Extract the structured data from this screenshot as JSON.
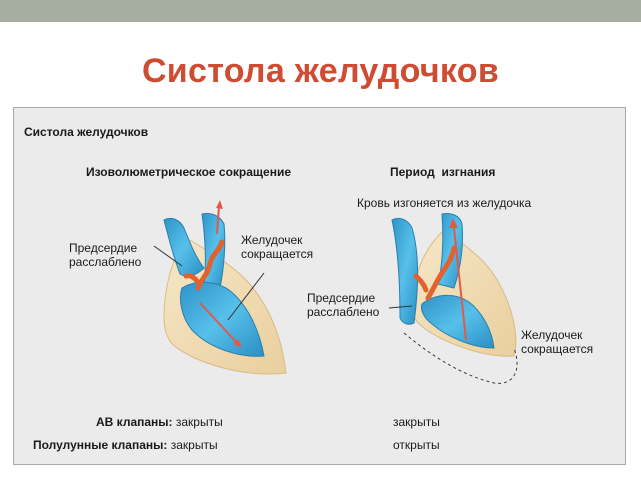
{
  "slide": {
    "title": "Систола желудочков"
  },
  "figure": {
    "caption": "Систола желудочков",
    "phase_left": {
      "heading": "Изоволюметрическое сокращение",
      "label_atrium_line1": "Предсердие",
      "label_atrium_line2": "расслаблено",
      "label_ventricle_line1": "Желудочек",
      "label_ventricle_line2": "сокращается"
    },
    "phase_right": {
      "heading": "Период  изгнания",
      "subheading": "Кровь изгоняется из желудочка",
      "label_atrium_line1": "Предсердие",
      "label_atrium_line2": "расслаблено",
      "label_ventricle_line1": "Желудочек",
      "label_ventricle_line2": "сокращается"
    },
    "valves": {
      "av_label": "АВ клапаны:",
      "av_left": "закрыты",
      "av_right": "закрыты",
      "semilunar_label": "Полулунные клапаны:",
      "semilunar_left": "закрыты",
      "semilunar_right": "открыты"
    }
  },
  "colors": {
    "title": "#cf4b32",
    "top_bar": "#a6aea2",
    "panel": "#ebebeb",
    "blood_blue": "#3fa8d8",
    "heart_wall": "#f3dfb7",
    "valve_orange": "#e0622e"
  }
}
